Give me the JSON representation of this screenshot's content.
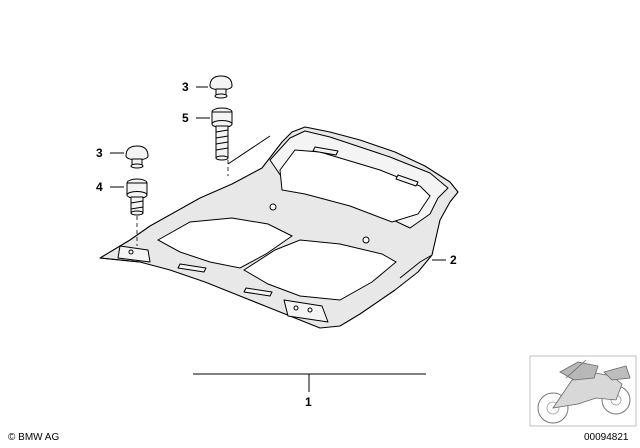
{
  "diagram": {
    "callouts": [
      {
        "id": "c3a",
        "text": "3"
      },
      {
        "id": "c5",
        "text": "5"
      },
      {
        "id": "c3b",
        "text": "3"
      },
      {
        "id": "c4",
        "text": "4"
      },
      {
        "id": "c2",
        "text": "2"
      },
      {
        "id": "c1",
        "text": "1"
      }
    ],
    "copyright": "© BMW AG",
    "part_number": "00094821"
  }
}
